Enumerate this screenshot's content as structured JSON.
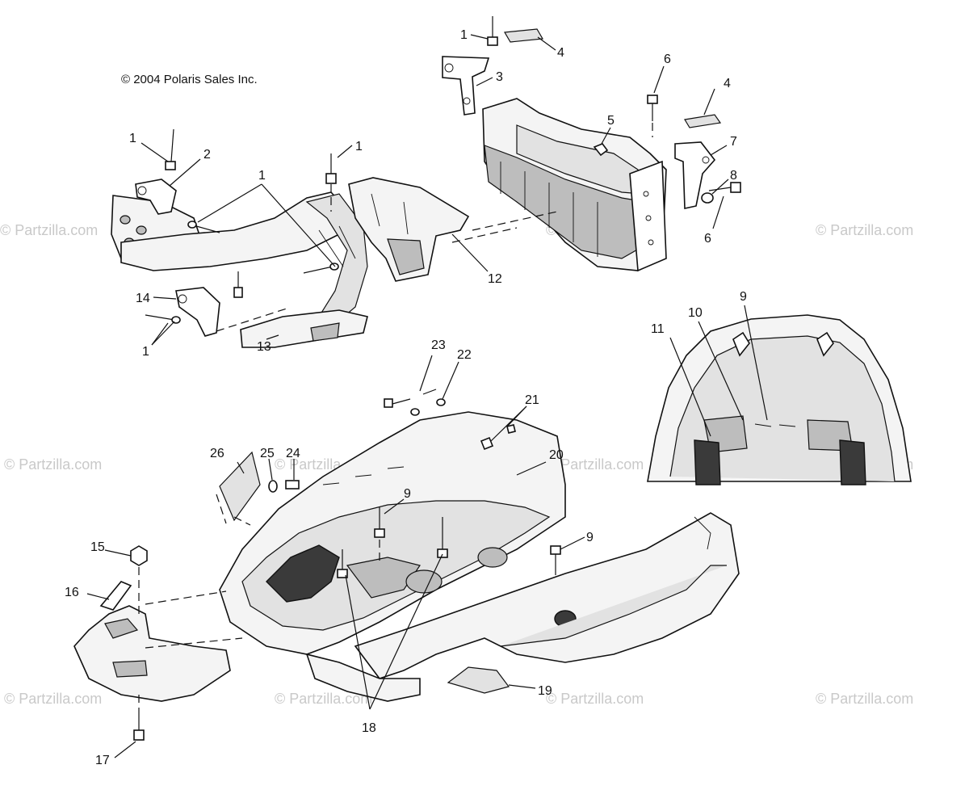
{
  "copyright": "© 2004 Polaris Sales Inc.",
  "watermark": "© Partzilla.com",
  "callouts": {
    "c1a": "1",
    "c4a": "4",
    "c3": "3",
    "c6a": "6",
    "c4b": "4",
    "c5": "5",
    "c7": "7",
    "c8": "8",
    "c6b": "6",
    "c1b": "1",
    "c2": "2",
    "c1c": "1",
    "c1d": "1",
    "c12": "12",
    "c14": "14",
    "c1e": "1",
    "c13": "13",
    "c11": "11",
    "c10": "10",
    "c9a": "9",
    "c23": "23",
    "c22": "22",
    "c21": "21",
    "c26": "26",
    "c25": "25",
    "c24": "24",
    "c20": "20",
    "c9b": "9",
    "c9c": "9",
    "c15": "15",
    "c16": "16",
    "c19": "19",
    "c18": "18",
    "c17": "17"
  }
}
